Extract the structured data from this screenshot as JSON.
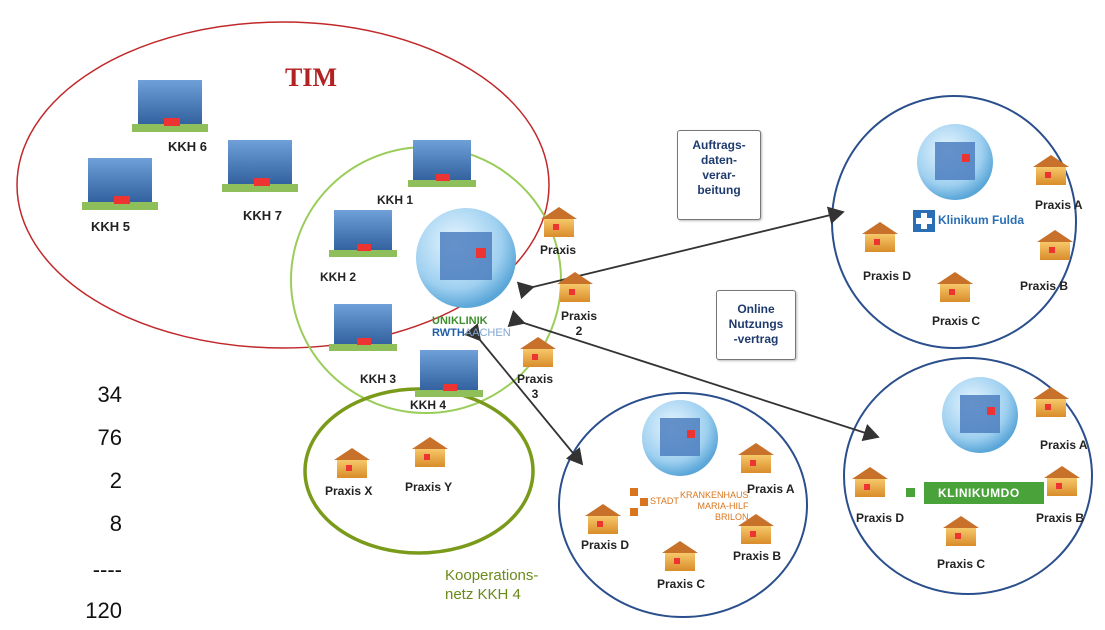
{
  "tim": {
    "title": "TIM"
  },
  "hospitals": {
    "kkh1": "KKH 1",
    "kkh2": "KKH 2",
    "kkh3": "KKH 3",
    "kkh4": "KKH 4",
    "kkh5": "KKH 5",
    "kkh6": "KKH 6",
    "kkh7": "KKH 7"
  },
  "uniklinik": {
    "line1": "UNIKLINIK",
    "line2": "RWTH",
    "line3": "AACHEN"
  },
  "praxis_aachen": {
    "p1": "Praxis",
    "p2": "Praxis 2",
    "p2_num": "2",
    "p3": "Praxis",
    "p3_num": "3"
  },
  "coop": {
    "px": "Praxis X",
    "py": "Praxis Y",
    "caption_line1": "Kooperations-",
    "caption_line2": "netz KKH 4"
  },
  "scroll1": {
    "l1": "Auftrags-",
    "l2": "daten-",
    "l3": "verar-",
    "l4": "beitung"
  },
  "scroll2": {
    "l1": "Online",
    "l2": "Nutzungs",
    "l3": "-vertrag"
  },
  "fulda": {
    "name": "Klinikum Fulda",
    "pa": "Praxis A",
    "pb": "Praxis B",
    "pc": "Praxis C",
    "pd": "Praxis D"
  },
  "dortmund": {
    "name": "KLINIKUMDO",
    "pa": "Praxis A",
    "pb": "Praxis B",
    "pc": "Praxis C",
    "pd": "Praxis D"
  },
  "brilon": {
    "l1": "KRANKENHAUS",
    "l2": "MARIA-HILF",
    "l3": "BRILON",
    "stadt": "STADT",
    "pa": "Praxis A",
    "pb": "Praxis B",
    "pc": "Praxis C",
    "pd": "Praxis D"
  },
  "sum": {
    "a": "34",
    "b": "76",
    "c": "2",
    "d": "8",
    "sep": "----",
    "total": "120"
  }
}
